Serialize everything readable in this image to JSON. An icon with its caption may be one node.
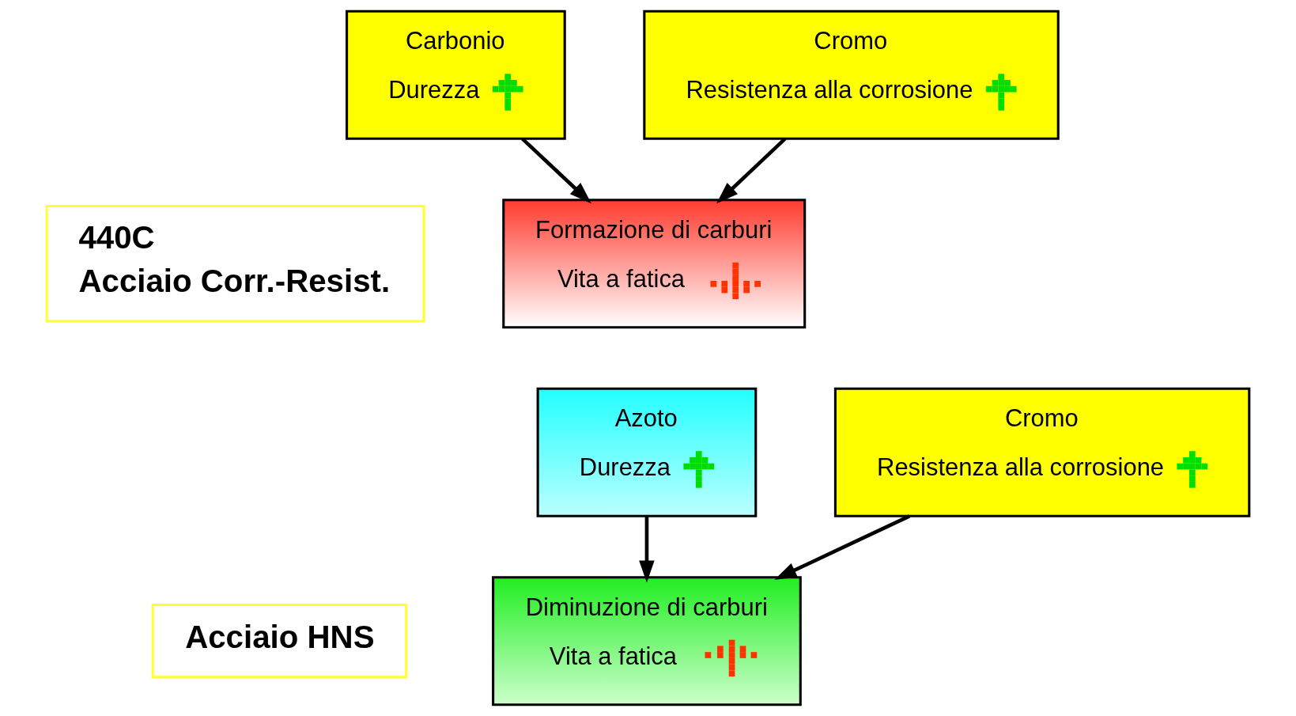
{
  "diagram": {
    "nodes": [
      {
        "text": [
          "Carbonio",
          "Durezza"
        ]
      },
      {
        "text": [
          "Cromo",
          "Resistenza alla corrosione"
        ]
      },
      {
        "text": [
          "Formazione di carburi",
          "Vita a fatica"
        ]
      },
      {
        "text": [
          "440C",
          "Acciaio Corr.-Resist."
        ]
      },
      {
        "text": [
          "Azoto",
          "Durezza"
        ]
      },
      {
        "text": [
          "Cromo",
          "Resistenza alla corrosione"
        ]
      },
      {
        "text": [
          "Diminuzione di carburi",
          "Vita a fatica"
        ]
      },
      {
        "text": [
          "Acciaio HNS"
        ]
      }
    ],
    "edges": [
      {
        "from": 0,
        "to": 2,
        "arrow": "to"
      },
      {
        "from": 1,
        "to": 2,
        "arrow": "to"
      },
      {
        "from": 4,
        "to": 6,
        "arrow": "to"
      },
      {
        "from": 5,
        "to": 6,
        "arrow": "to"
      }
    ]
  }
}
